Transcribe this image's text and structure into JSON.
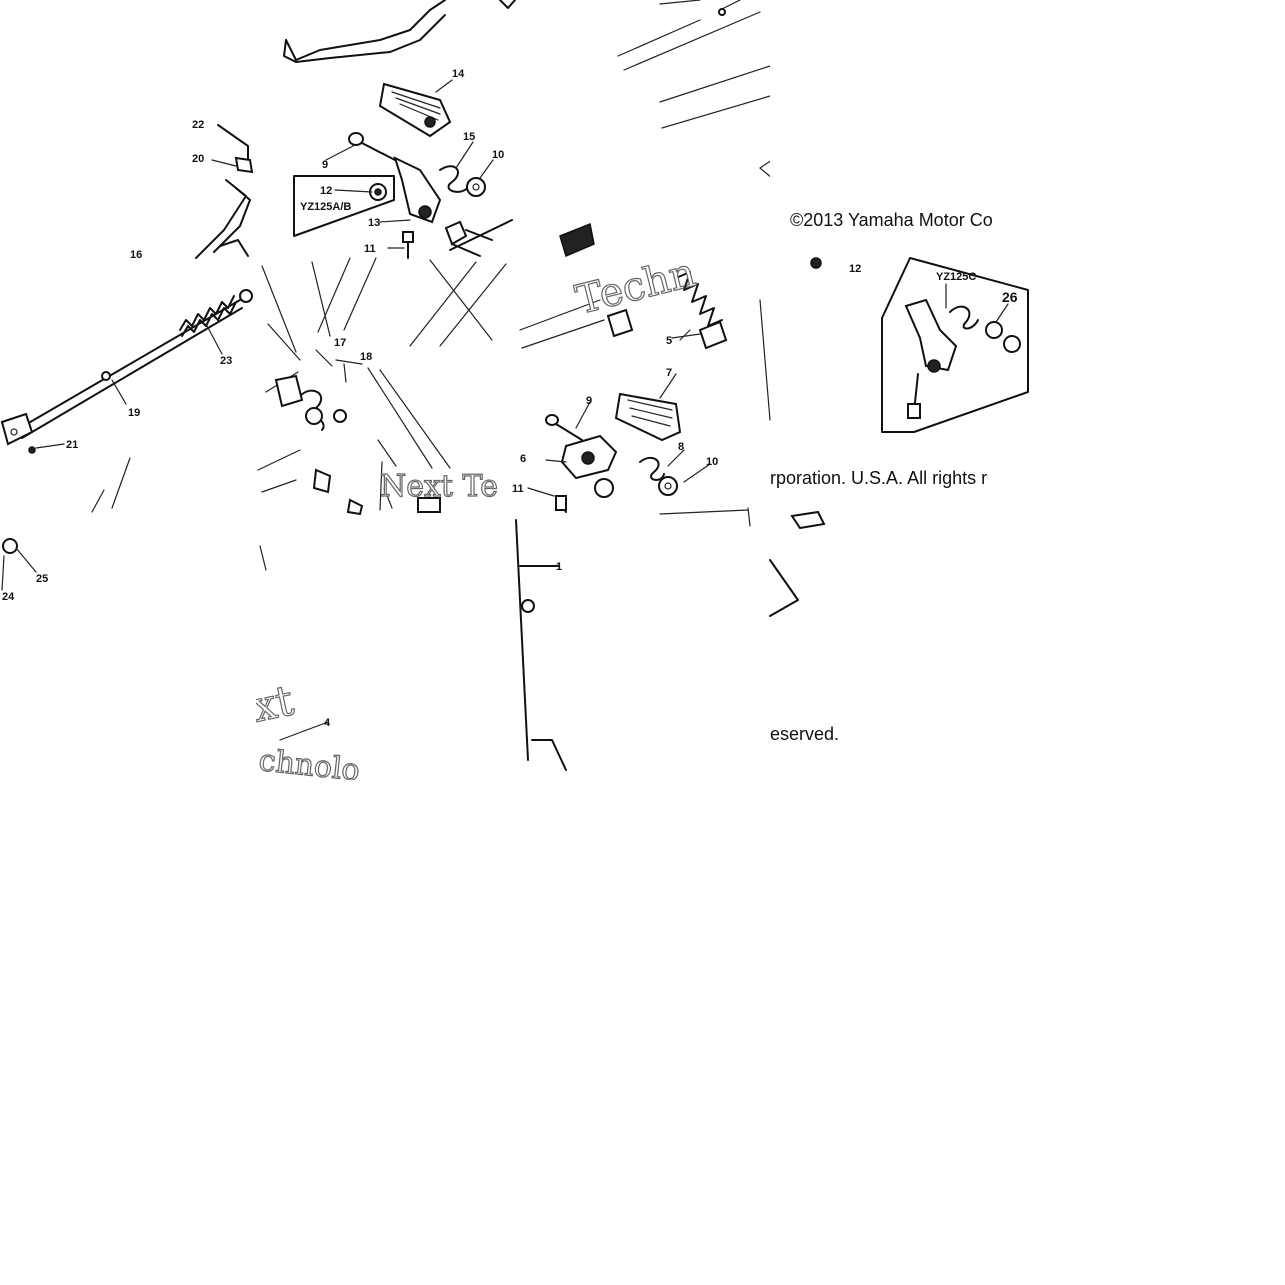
{
  "copyright": {
    "line1": "©2013 Yamaha Motor Co",
    "line2": "rporation. U.S.A. All rights r",
    "line3": "eserved."
  },
  "model_labels": {
    "yz125ab": "YZ125A/B",
    "yz125c": "YZ125C"
  },
  "part_numbers": {
    "p1": "1",
    "p4": "4",
    "p5": "5",
    "p6": "6",
    "p7": "7",
    "p8": "8",
    "p9a": "9",
    "p9b": "9",
    "p10a": "10",
    "p10b": "10",
    "p11a": "11",
    "p11b": "11",
    "p12a": "12",
    "p12b": "12",
    "p13": "13",
    "p14": "14",
    "p15": "15",
    "p16": "16",
    "p17": "17",
    "p18": "18",
    "p19": "19",
    "p20": "20",
    "p21": "21",
    "p22": "22",
    "p23": "23",
    "p24": "24",
    "p25": "25",
    "p26": "26"
  },
  "watermark": {
    "w1": "Techn",
    "w2": "Next Te",
    "w3": "xt",
    "w4": "chnolo"
  }
}
